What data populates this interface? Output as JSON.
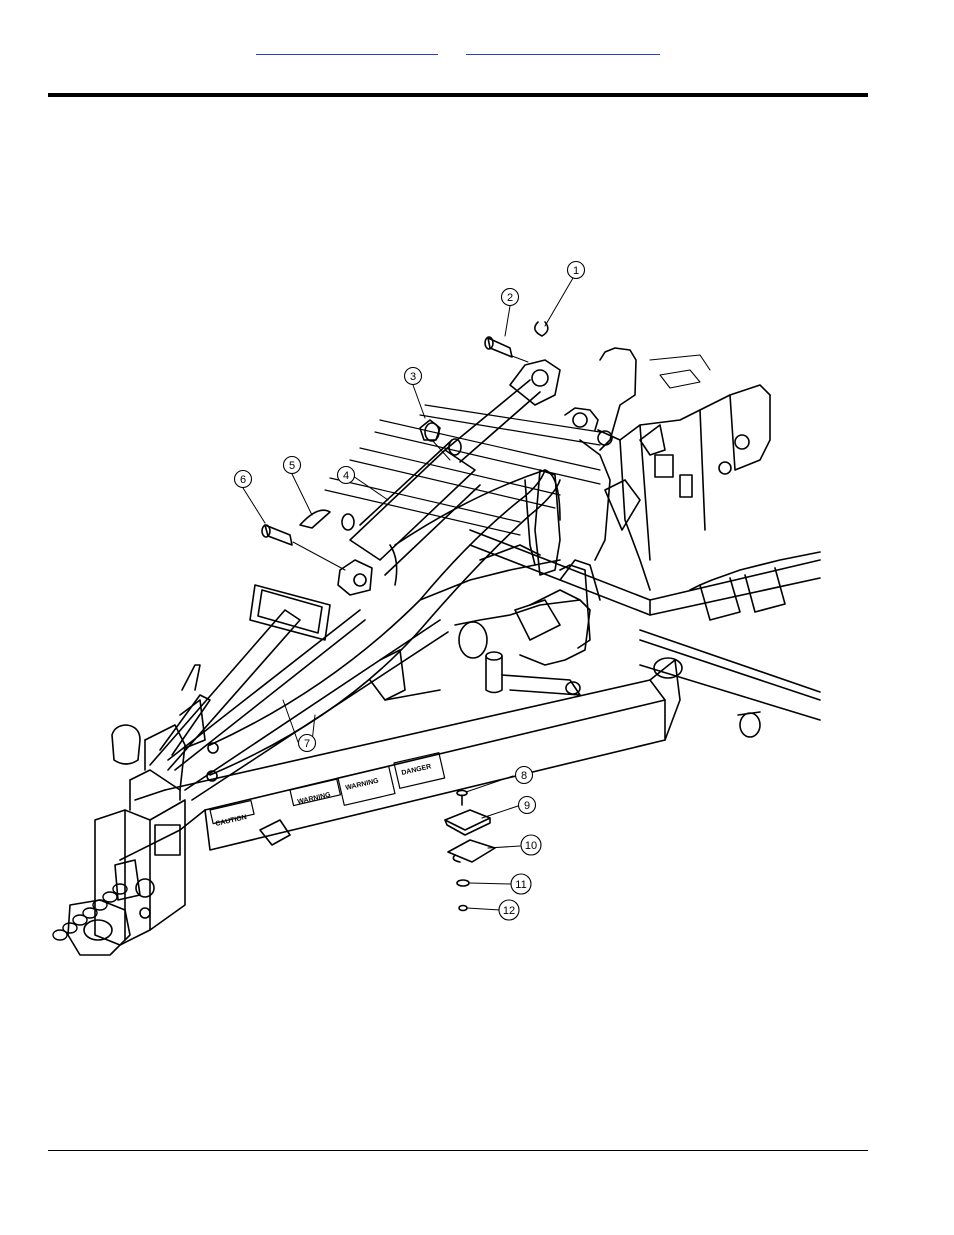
{
  "header": {
    "links": [
      {
        "label": ""
      },
      {
        "label": ""
      }
    ]
  },
  "diagram": {
    "callouts": [
      "1",
      "2",
      "3",
      "4",
      "5",
      "6",
      "7",
      "8",
      "9",
      "10",
      "11",
      "12"
    ],
    "decals": {
      "warning_1": "WARNING",
      "warning_2": "WARNING",
      "danger": "DANGER",
      "caution": "CAUTION"
    },
    "colors": {
      "line": "#000000",
      "background": "#ffffff",
      "link": "#2a3fd0"
    }
  }
}
